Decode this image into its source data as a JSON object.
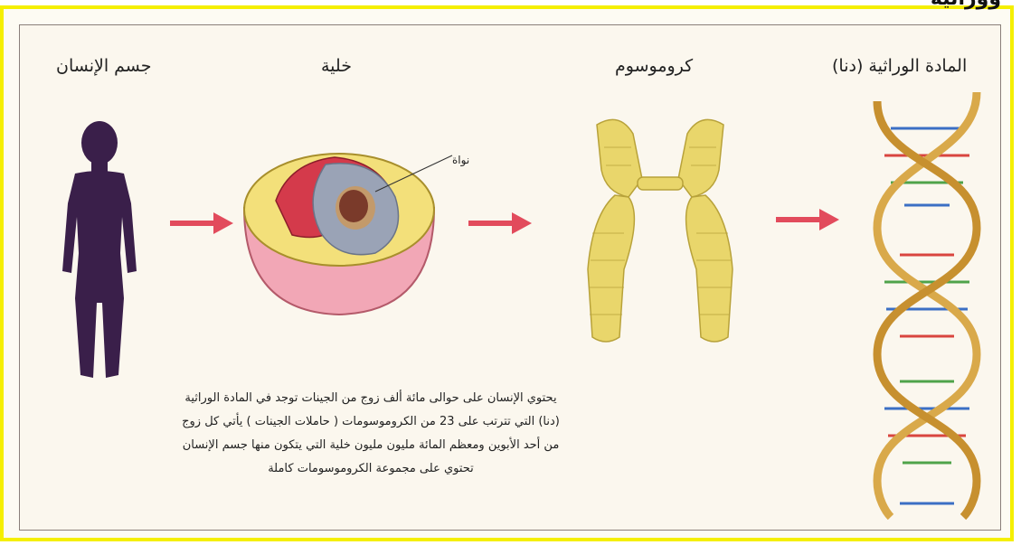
{
  "header": {
    "partial_title": "ووراثية"
  },
  "labels": {
    "human_body": "جسم الإنسان",
    "cell": "خلية",
    "chromosome": "كروموسوم",
    "dna": "المادة الوراثية (دنا)",
    "nucleus": "نواة"
  },
  "description": {
    "line1": "يحتوي الإنسان على حوالى مائة ألف زوج من الجينات توجد في المادة الوراثية",
    "line2": "(دنا) التي تترتب على 23 من الكروموسومات ( حاملات الجينات ) يأتي كل زوج",
    "line3": "من أحد الأبوين ومعظم المائة مليون مليون خلية التي يتكون منها جسم الإنسان",
    "line4": "تحتوي على مجموعة الكروموسومات كاملة"
  },
  "colors": {
    "frame": "#f5ef00",
    "arrow": "#e24b5c",
    "silhouette": "#3a1f4a",
    "chromosome": "#e9d66b",
    "dna_backbone": "#d9a94a"
  },
  "icons": [
    "human-silhouette-icon",
    "cell-icon",
    "chromosome-icon",
    "dna-helix-icon",
    "arrow-icon"
  ]
}
